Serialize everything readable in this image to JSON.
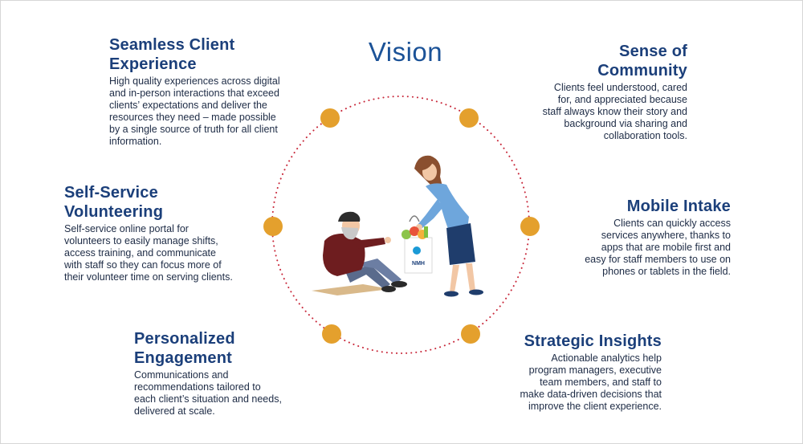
{
  "title": "Vision",
  "blocks": {
    "seamless": {
      "heading_line1": "Seamless Client",
      "heading_line2": "Experience",
      "lines": [
        "High quality experiences across digital",
        "and in-person interactions that exceed",
        "clients’ expectations and deliver the",
        "resources they need – made possible",
        "by a single source of truth for all client",
        "information."
      ]
    },
    "community": {
      "heading_line1": "Sense of",
      "heading_line2": "Community",
      "lines": [
        "Clients feel understood, cared",
        "for, and appreciated because",
        "staff always know their story and",
        "background via sharing and",
        "collaboration tools."
      ]
    },
    "volunteering": {
      "heading_line1": "Self-Service",
      "heading_line2": "Volunteering",
      "lines": [
        "Self-service online portal for",
        "volunteers to easily manage shifts,",
        "access training, and communicate",
        "with staff so they can focus more of",
        "their volunteer time on serving clients."
      ]
    },
    "mobile": {
      "heading_line1": "Mobile Intake",
      "lines": [
        "Clients can quickly access",
        "services anywhere, thanks to",
        "apps that are mobile first and",
        "easy for staff members to use on",
        "phones or tablets in the field."
      ]
    },
    "personalized": {
      "heading_line1": "Personalized",
      "heading_line2": "Engagement",
      "lines": [
        "Communications and",
        "recommendations tailored to",
        "each client’s situation and needs,",
        "delivered at scale."
      ]
    },
    "insights": {
      "heading_line1": "Strategic Insights",
      "lines": [
        "Actionable analytics help",
        "program managers, executive",
        "team members, and staff to",
        "make data-driven decisions that",
        "improve the client experience."
      ]
    }
  },
  "bag_logo_text": "NMH",
  "colors": {
    "heading": "#1b3f7a",
    "title": "#1b5297",
    "dot": "#e4a02d",
    "ring": "#c8283a"
  }
}
